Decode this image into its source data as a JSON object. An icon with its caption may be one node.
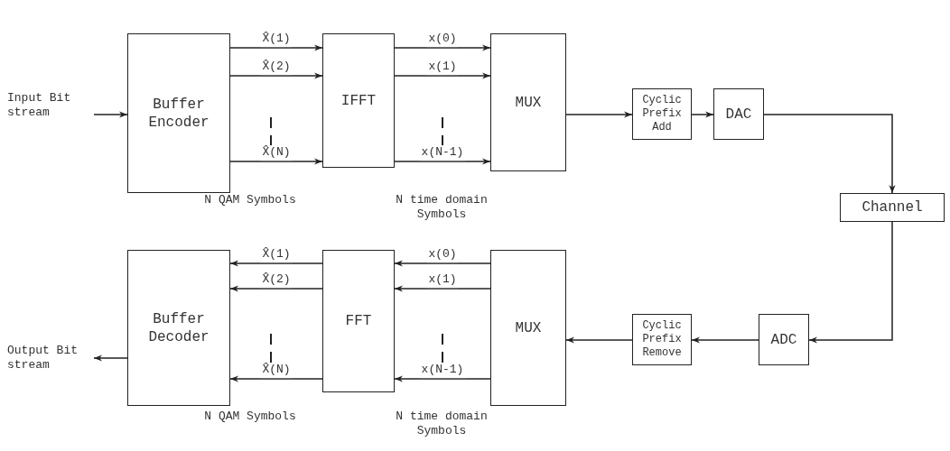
{
  "diagram": {
    "nodes": [
      {
        "text": [
          "Input Bit stream"
        ]
      },
      {
        "text": [
          "Buffer Encoder"
        ]
      },
      {
        "text": [
          "IFFT"
        ]
      },
      {
        "text": [
          "MUX"
        ]
      },
      {
        "text": [
          "Cyclic Prefix Add"
        ]
      },
      {
        "text": [
          "DAC"
        ]
      },
      {
        "text": [
          "Channel"
        ]
      },
      {
        "text": [
          "ADC"
        ]
      },
      {
        "text": [
          "Cyclic Prefix Remove"
        ]
      },
      {
        "text": [
          "MUX"
        ]
      },
      {
        "text": [
          "FFT"
        ]
      },
      {
        "text": [
          "Buffer Decoder"
        ]
      },
      {
        "text": [
          "Output Bit stream"
        ]
      }
    ],
    "edges": [
      {
        "from": 0,
        "to": 1,
        "arrow": "to"
      },
      {
        "from": 1,
        "to": 2,
        "arrow": "to",
        "label": "X̂(1)"
      },
      {
        "from": 1,
        "to": 2,
        "arrow": "to",
        "label": "X̂(2)"
      },
      {
        "from": 1,
        "to": 2,
        "arrow": "to",
        "label": "X̂(N)"
      },
      {
        "from": 2,
        "to": 3,
        "arrow": "to",
        "label": "x(0)"
      },
      {
        "from": 2,
        "to": 3,
        "arrow": "to",
        "label": "x(1)"
      },
      {
        "from": 2,
        "to": 3,
        "arrow": "to",
        "label": "x(N-1)"
      },
      {
        "from": 3,
        "to": 4,
        "arrow": "to"
      },
      {
        "from": 4,
        "to": 5,
        "arrow": "to"
      },
      {
        "from": 5,
        "to": 6,
        "arrow": "to"
      },
      {
        "from": 6,
        "to": 7,
        "arrow": "to"
      },
      {
        "from": 7,
        "to": 8,
        "arrow": "to"
      },
      {
        "from": 8,
        "to": 9,
        "arrow": "to"
      },
      {
        "from": 9,
        "to": 10,
        "arrow": "to",
        "label": "x(0)"
      },
      {
        "from": 9,
        "to": 10,
        "arrow": "to",
        "label": "x(1)"
      },
      {
        "from": 9,
        "to": 10,
        "arrow": "to",
        "label": "x(N-1)"
      },
      {
        "from": 10,
        "to": 11,
        "arrow": "to",
        "label": "X̂(1)"
      },
      {
        "from": 10,
        "to": 11,
        "arrow": "to",
        "label": "X̂(2)"
      },
      {
        "from": 10,
        "to": 11,
        "arrow": "to",
        "label": "X̂(N)"
      },
      {
        "from": 11,
        "to": 12,
        "arrow": "to"
      }
    ],
    "labels": [
      "N QAM Symbols",
      "N time domain Symbols",
      "N QAM Symbols",
      "N time domain Symbols"
    ]
  }
}
